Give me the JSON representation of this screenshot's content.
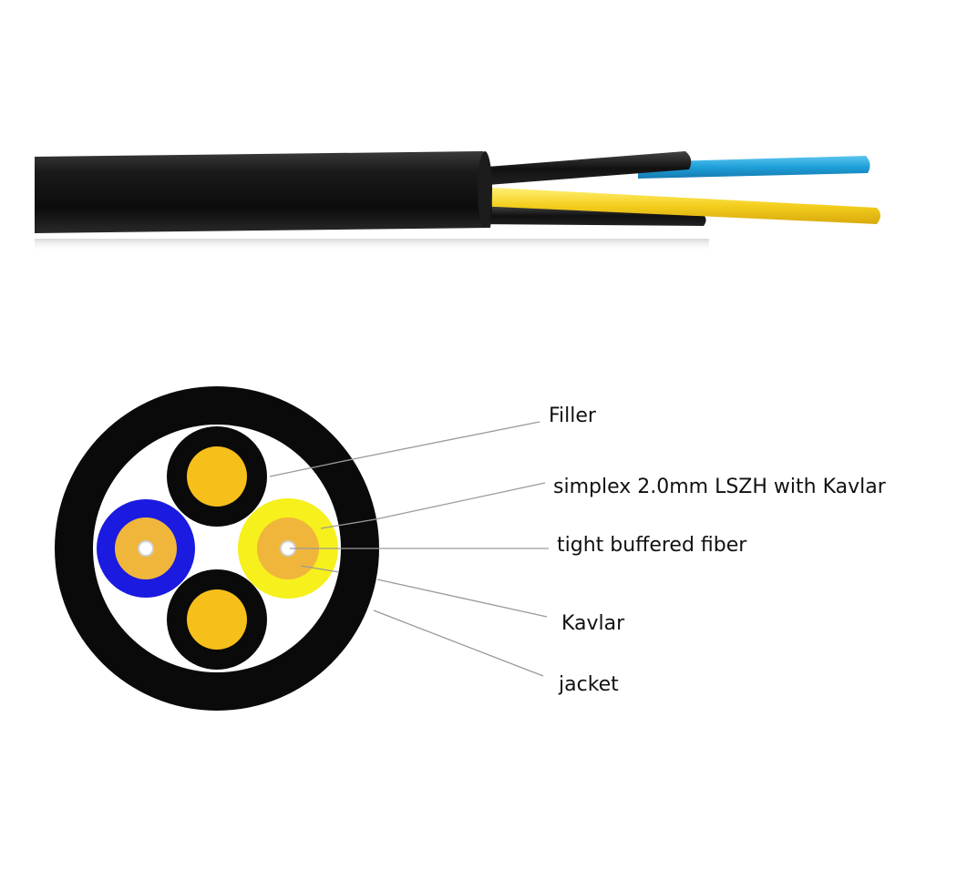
{
  "labels": {
    "filler": "Filler",
    "simplex": "simplex 2.0mm LSZH with Kavlar",
    "tight_buffered": "tight buffered fiber",
    "kavlar": "Kavlar",
    "jacket": "jacket"
  },
  "colors": {
    "jacket": "#0a0a0a",
    "filler_core": "#f7bf1a",
    "blue_unit": "#1a1ae0",
    "yellow_unit": "#f6f01c",
    "kevlar_ring": "#f0b63c",
    "fiber_buffer": "#ffffff",
    "blue_wire": "#1e9fd8",
    "yellow_wire": "#f4cf1e",
    "leader_line": "#9a9a9a"
  }
}
